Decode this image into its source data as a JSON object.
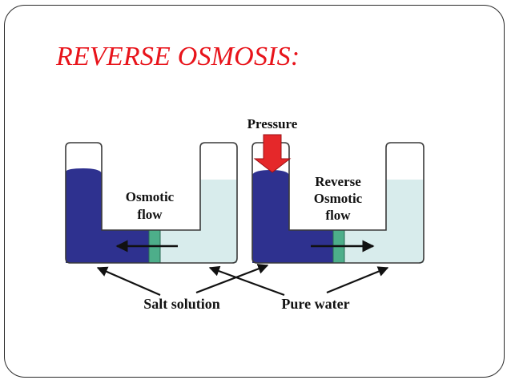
{
  "slide": {
    "title": "REVERSE OSMOSIS:"
  },
  "diagram": {
    "labels": {
      "pressure": "Pressure",
      "osmotic_flow_line1": "Osmotic",
      "osmotic_flow_line2": "flow",
      "reverse_flow_line1": "Reverse",
      "reverse_flow_line2": "Osmotic",
      "reverse_flow_line3": "flow",
      "salt_solution": "Salt solution",
      "pure_water": "Pure water"
    },
    "colors": {
      "title": "#e8141b",
      "salt_solution": "#2e318f",
      "pure_water": "#d8ecec",
      "membrane": "#4dae8a",
      "pressure_arrow": "#e5282a"
    }
  }
}
